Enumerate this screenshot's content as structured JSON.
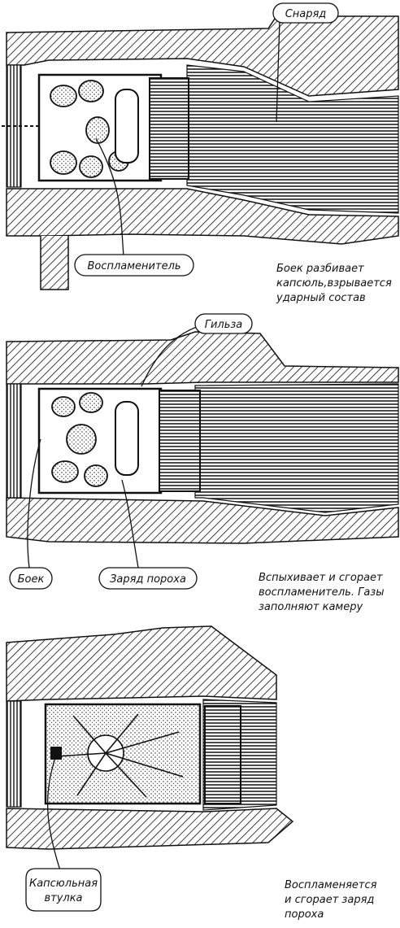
{
  "panels": [
    {
      "callouts": [
        "Снаряд",
        "Воспламенитель"
      ],
      "caption": [
        "Боек разбивает",
        "капсюль,взрывается",
        "ударный состав"
      ]
    },
    {
      "callouts": [
        "Гильза",
        "Боек",
        "Заряд пороха"
      ],
      "caption": [
        "Вспыхивает и сгорает",
        "воспламенитель. Газы",
        "заполняют камеру"
      ]
    },
    {
      "callouts": [
        "Капсюльная",
        "втулка"
      ],
      "caption": [
        "Воспламеняется",
        "и сгорает заряд",
        "пороха"
      ]
    }
  ],
  "colors": {
    "ink": "#111111",
    "paper": "#ffffff"
  }
}
